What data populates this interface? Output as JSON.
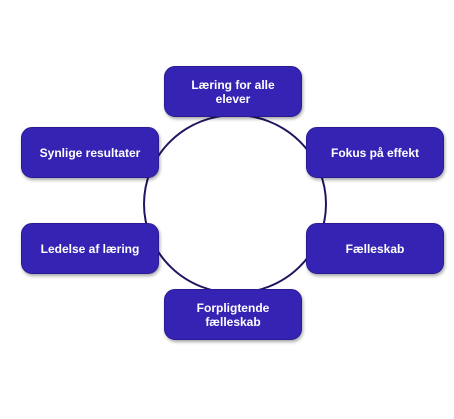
{
  "diagram": {
    "nodes": [
      {
        "label": "Læring for alle elever"
      },
      {
        "label": "Fokus på effekt"
      },
      {
        "label": "Fælleskab"
      },
      {
        "label": "Forpligtende fælleskab"
      },
      {
        "label": "Ledelse af læring"
      },
      {
        "label": "Synlige resultater"
      }
    ]
  },
  "colors": {
    "node_fill": "#3524b3",
    "ring_stroke": "#1f1660",
    "background": "#ffffff"
  }
}
